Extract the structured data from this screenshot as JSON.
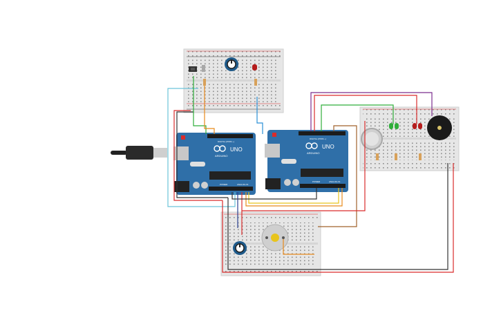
{
  "arduino_left": {
    "brand": "ARDUINO",
    "model": "UNO",
    "digital_label": "DIGITAL (PWM ~)",
    "power_label": "POWER",
    "analog_label": "ANALOG IN"
  },
  "arduino_right": {
    "brand": "ARDUINO",
    "model": "UNO",
    "digital_label": "DIGITAL (PWM ~)",
    "power_label": "POWER",
    "analog_label": "ANALOG IN"
  },
  "colors": {
    "breadboard": "#e6e6e6",
    "arduino": "#2f6fa8",
    "wire_red": "#d92b2b",
    "wire_black": "#333333",
    "wire_green": "#2fae3a",
    "wire_orange": "#e88a1c",
    "wire_blue": "#2a8fd6",
    "wire_lightblue": "#6cc4d9",
    "wire_purple": "#7b2d8e",
    "wire_brown": "#a0622b",
    "wire_yellow": "#e8c41c",
    "led_green": "#2fae3a",
    "led_red": "#b51c1c"
  },
  "icons": {
    "usb": "usb-cable-icon",
    "potentiometer": "potentiometer-icon",
    "buzzer": "piezo-buzzer-icon",
    "motor": "dc-motor-icon",
    "sensor": "gas-sensor-icon"
  }
}
